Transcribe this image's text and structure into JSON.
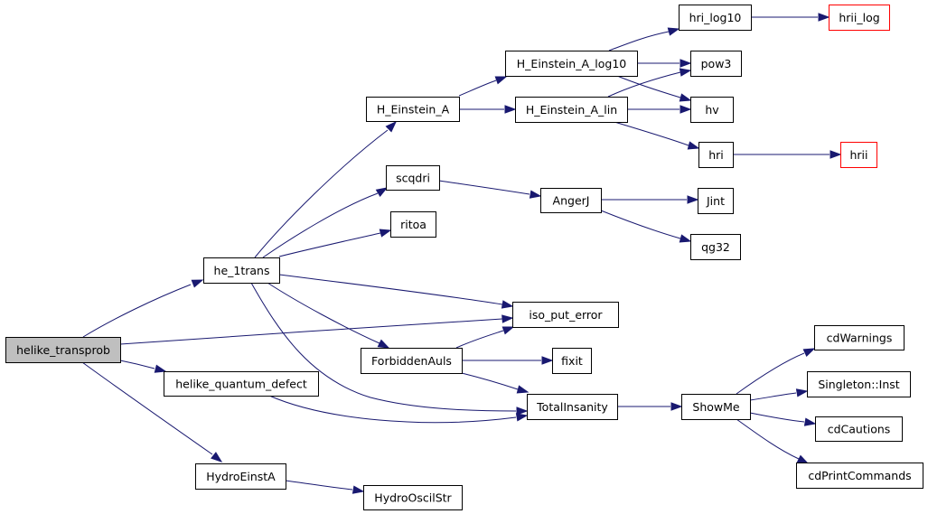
{
  "nodes": [
    {
      "id": "helike_transprob",
      "label": "helike_transprob",
      "kind": "root"
    },
    {
      "id": "he_1trans",
      "label": "he_1trans",
      "kind": "normal"
    },
    {
      "id": "helike_quantum_defect",
      "label": "helike_quantum_defect",
      "kind": "normal"
    },
    {
      "id": "HydroEinstA",
      "label": "HydroEinstA",
      "kind": "normal"
    },
    {
      "id": "HydroOscilStr",
      "label": "HydroOscilStr",
      "kind": "normal"
    },
    {
      "id": "iso_put_error",
      "label": "iso_put_error",
      "kind": "normal"
    },
    {
      "id": "TotalInsanity",
      "label": "TotalInsanity",
      "kind": "normal"
    },
    {
      "id": "H_Einstein_A",
      "label": "H_Einstein_A",
      "kind": "normal"
    },
    {
      "id": "scqdri",
      "label": "scqdri",
      "kind": "normal"
    },
    {
      "id": "ritoa",
      "label": "ritoa",
      "kind": "normal"
    },
    {
      "id": "ForbiddenAuls",
      "label": "ForbiddenAuls",
      "kind": "normal"
    },
    {
      "id": "H_Einstein_A_log10",
      "label": "H_Einstein_A_log10",
      "kind": "normal"
    },
    {
      "id": "H_Einstein_A_lin",
      "label": "H_Einstein_A_lin",
      "kind": "normal"
    },
    {
      "id": "hri_log10",
      "label": "hri_log10",
      "kind": "normal"
    },
    {
      "id": "pow3",
      "label": "pow3",
      "kind": "normal"
    },
    {
      "id": "hv",
      "label": "hv",
      "kind": "normal"
    },
    {
      "id": "hri",
      "label": "hri",
      "kind": "normal"
    },
    {
      "id": "hrii_log",
      "label": "hrii_log",
      "kind": "external"
    },
    {
      "id": "hrii",
      "label": "hrii",
      "kind": "external"
    },
    {
      "id": "AngerJ",
      "label": "AngerJ",
      "kind": "normal"
    },
    {
      "id": "Jint",
      "label": "Jint",
      "kind": "normal"
    },
    {
      "id": "qg32",
      "label": "qg32",
      "kind": "normal"
    },
    {
      "id": "fixit",
      "label": "fixit",
      "kind": "normal"
    },
    {
      "id": "ShowMe",
      "label": "ShowMe",
      "kind": "normal"
    },
    {
      "id": "cdWarnings",
      "label": "cdWarnings",
      "kind": "normal"
    },
    {
      "id": "Singleton_Inst",
      "label": "Singleton::Inst",
      "kind": "normal"
    },
    {
      "id": "cdCautions",
      "label": "cdCautions",
      "kind": "normal"
    },
    {
      "id": "cdPrintCommands",
      "label": "cdPrintCommands",
      "kind": "normal"
    }
  ],
  "edges": [
    {
      "from": "helike_transprob",
      "to": "he_1trans"
    },
    {
      "from": "helike_transprob",
      "to": "iso_put_error"
    },
    {
      "from": "helike_transprob",
      "to": "helike_quantum_defect"
    },
    {
      "from": "helike_transprob",
      "to": "HydroEinstA"
    },
    {
      "from": "he_1trans",
      "to": "H_Einstein_A"
    },
    {
      "from": "he_1trans",
      "to": "scqdri"
    },
    {
      "from": "he_1trans",
      "to": "ritoa"
    },
    {
      "from": "he_1trans",
      "to": "iso_put_error"
    },
    {
      "from": "he_1trans",
      "to": "ForbiddenAuls"
    },
    {
      "from": "he_1trans",
      "to": "TotalInsanity"
    },
    {
      "from": "helike_quantum_defect",
      "to": "TotalInsanity"
    },
    {
      "from": "HydroEinstA",
      "to": "HydroOscilStr"
    },
    {
      "from": "H_Einstein_A",
      "to": "H_Einstein_A_log10"
    },
    {
      "from": "H_Einstein_A",
      "to": "H_Einstein_A_lin"
    },
    {
      "from": "H_Einstein_A_log10",
      "to": "hri_log10"
    },
    {
      "from": "H_Einstein_A_log10",
      "to": "pow3"
    },
    {
      "from": "H_Einstein_A_log10",
      "to": "hv"
    },
    {
      "from": "H_Einstein_A_lin",
      "to": "pow3"
    },
    {
      "from": "H_Einstein_A_lin",
      "to": "hv"
    },
    {
      "from": "H_Einstein_A_lin",
      "to": "hri"
    },
    {
      "from": "hri_log10",
      "to": "hrii_log"
    },
    {
      "from": "hri",
      "to": "hrii"
    },
    {
      "from": "scqdri",
      "to": "AngerJ"
    },
    {
      "from": "AngerJ",
      "to": "Jint"
    },
    {
      "from": "AngerJ",
      "to": "qg32"
    },
    {
      "from": "ForbiddenAuls",
      "to": "iso_put_error"
    },
    {
      "from": "ForbiddenAuls",
      "to": "fixit"
    },
    {
      "from": "ForbiddenAuls",
      "to": "TotalInsanity"
    },
    {
      "from": "TotalInsanity",
      "to": "ShowMe"
    },
    {
      "from": "ShowMe",
      "to": "cdWarnings"
    },
    {
      "from": "ShowMe",
      "to": "Singleton_Inst"
    },
    {
      "from": "ShowMe",
      "to": "cdCautions"
    },
    {
      "from": "ShowMe",
      "to": "cdPrintCommands"
    }
  ],
  "colors": {
    "edge": "#191970",
    "root_fill": "#bfbfbf",
    "node_border": "#000000",
    "external_border": "#ff0000"
  }
}
